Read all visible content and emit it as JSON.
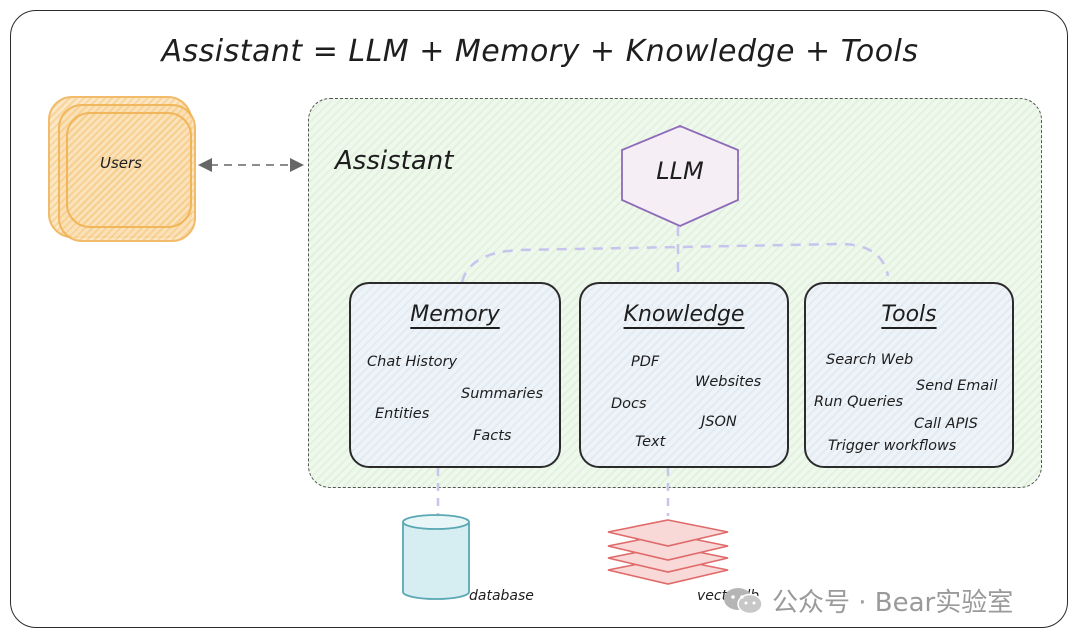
{
  "title": "Assistant = LLM + Memory + Knowledge + Tools",
  "users": {
    "label": "Users"
  },
  "assistant": {
    "label": "Assistant"
  },
  "llm": {
    "label": "LLM"
  },
  "boxes": {
    "memory": {
      "title": "Memory",
      "items": [
        "Chat History",
        "Summaries",
        "Entities",
        "Facts"
      ]
    },
    "knowledge": {
      "title": "Knowledge",
      "items": [
        "PDF",
        "Websites",
        "Docs",
        "JSON",
        "Text"
      ]
    },
    "tools": {
      "title": "Tools",
      "items": [
        "Search Web",
        "Send Email",
        "Run Queries",
        "Call APIS",
        "Trigger workflows"
      ]
    }
  },
  "stores": {
    "database": "database",
    "vectordb": "vectordb"
  },
  "watermark": "公众号 · Bear实验室",
  "colors": {
    "users": "#f0b04f",
    "assistant_bg": "#e3f2df",
    "box_bg": "#e2eaf2",
    "llm_border": "#8e6bb8",
    "links": "#c7c4ee",
    "database": "#5aa8b4",
    "vectordb": "#e06a6a"
  }
}
